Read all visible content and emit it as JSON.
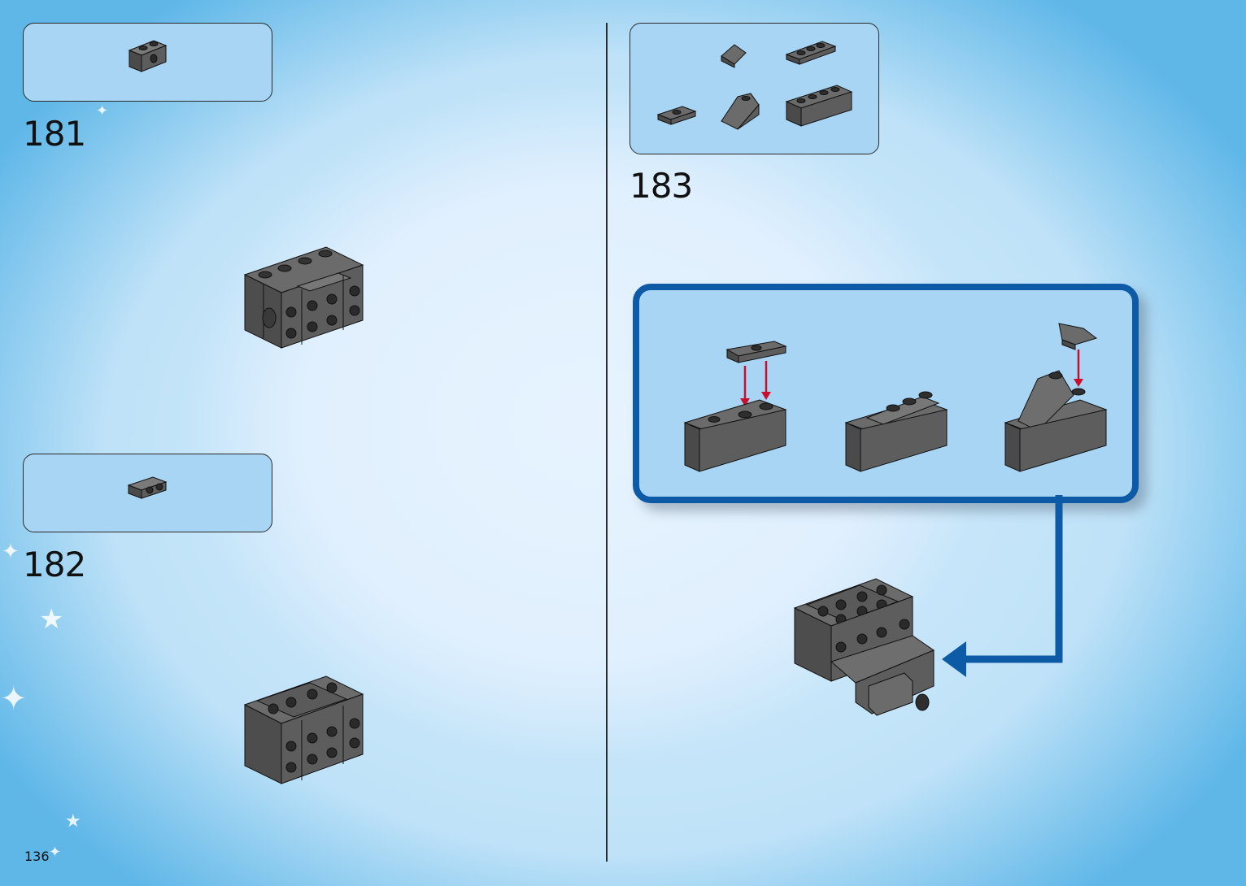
{
  "page": {
    "number": "136"
  },
  "steps": [
    {
      "number": "181"
    },
    {
      "number": "182"
    },
    {
      "number": "183"
    }
  ],
  "colors": {
    "brick": "#5d5d5d",
    "brick_dark": "#3c3c3c",
    "brick_light": "#7a7a7a",
    "callout_border": "#0d5aa6",
    "arrow_red": "#c8102e",
    "parts_bg": "#a9d5f4"
  }
}
